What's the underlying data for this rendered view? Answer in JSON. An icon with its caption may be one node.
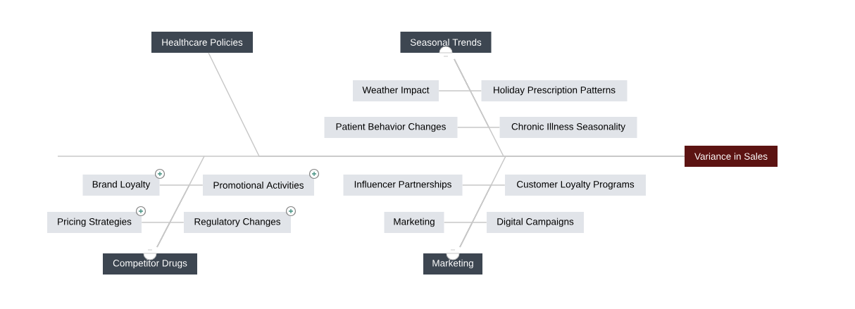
{
  "diagram": {
    "nodes": [
      {
        "text": [
          "Variance in Sales"
        ]
      },
      {
        "text": [
          "Healthcare Policies"
        ]
      },
      {
        "text": [
          "Competitor Drugs"
        ]
      },
      {
        "text": [
          "Brand Loyalty"
        ]
      },
      {
        "text": [
          "Promotional Activities"
        ]
      },
      {
        "text": [
          "Pricing Strategies"
        ]
      },
      {
        "text": [
          "Regulatory Changes"
        ]
      },
      {
        "text": [
          "Seasonal Trends"
        ]
      },
      {
        "text": [
          "Weather Impact"
        ]
      },
      {
        "text": [
          "Holiday Prescription Patterns"
        ]
      },
      {
        "text": [
          "Patient Behavior Changes"
        ]
      },
      {
        "text": [
          "Chronic Illness Seasonality"
        ]
      },
      {
        "text": [
          "Marketing"
        ]
      },
      {
        "text": [
          "Influencer Partnerships"
        ]
      },
      {
        "text": [
          "Customer Loyalty Programs"
        ]
      },
      {
        "text": [
          "Marketing"
        ]
      },
      {
        "text": [
          "Digital Campaigns"
        ]
      }
    ],
    "edges": [
      {
        "from": 1,
        "to": 0,
        "arrow": "none"
      },
      {
        "from": 2,
        "to": 0,
        "arrow": "none"
      },
      {
        "from": 7,
        "to": 0,
        "arrow": "none"
      },
      {
        "from": 12,
        "to": 0,
        "arrow": "none"
      },
      {
        "from": 3,
        "to": 2,
        "arrow": "none"
      },
      {
        "from": 4,
        "to": 2,
        "arrow": "none"
      },
      {
        "from": 5,
        "to": 2,
        "arrow": "none"
      },
      {
        "from": 6,
        "to": 2,
        "arrow": "none"
      },
      {
        "from": 8,
        "to": 7,
        "arrow": "none"
      },
      {
        "from": 9,
        "to": 7,
        "arrow": "none"
      },
      {
        "from": 10,
        "to": 7,
        "arrow": "none"
      },
      {
        "from": 11,
        "to": 7,
        "arrow": "none"
      },
      {
        "from": 13,
        "to": 12,
        "arrow": "none"
      },
      {
        "from": 14,
        "to": 12,
        "arrow": "none"
      },
      {
        "from": 15,
        "to": 12,
        "arrow": "none"
      },
      {
        "from": 16,
        "to": 12,
        "arrow": "none"
      }
    ]
  }
}
